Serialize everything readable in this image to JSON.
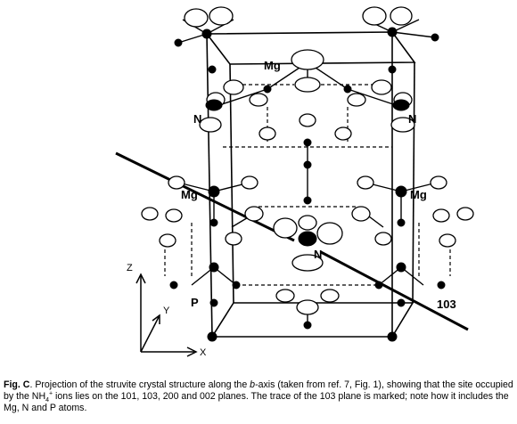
{
  "figure": {
    "atom_labels": {
      "mg_top": "Mg",
      "n_left": "N",
      "n_right": "N",
      "mg_left": "Mg",
      "mg_right": "Mg",
      "n_center": "N",
      "p_left": "P"
    },
    "plane_label": "103",
    "axes": {
      "z": "Z",
      "y": "Y",
      "x": "X"
    }
  },
  "caption": {
    "label": "Fig. C",
    "text_1": ". Projection of the struvite crystal structure along the ",
    "axis_name": "b",
    "text_2": "-axis (taken from ref. 7, Fig. 1), showing that the site occupied by the NH",
    "sub": "4",
    "sup": "+",
    "text_3": " ions lies on the 101, 103, 200 and 002 planes. The trace of the 103 plane is marked; note how it includes the Mg, N and P atoms."
  }
}
